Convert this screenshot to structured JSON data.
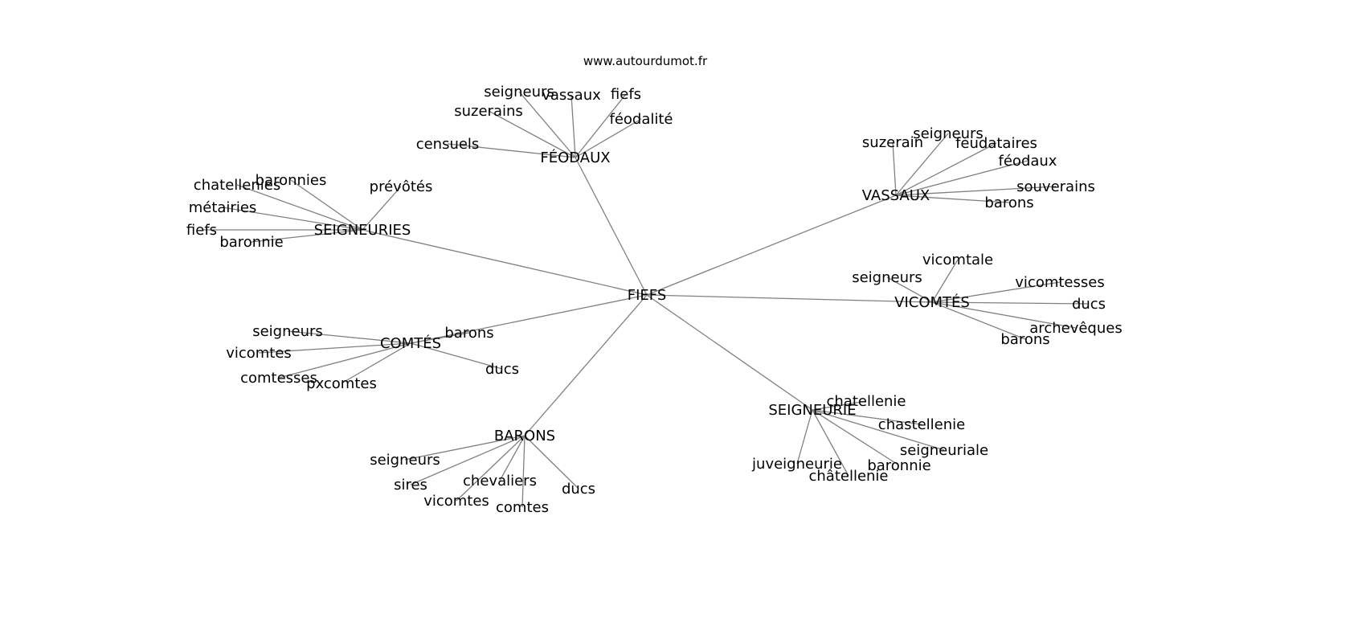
{
  "title": "www.autourdumot.fr",
  "graph": {
    "center": "FIEFS",
    "hubs": [
      {
        "label": "FÉODAUX",
        "leaves": [
          "seigneurs",
          "vassaux",
          "fiefs",
          "féodalité",
          "suzerains",
          "censuels"
        ]
      },
      {
        "label": "SEIGNEURIES",
        "leaves": [
          "chatellenies",
          "baronnies",
          "prévôtés",
          "métairies",
          "fiefs",
          "baronnie"
        ]
      },
      {
        "label": "VASSAUX",
        "leaves": [
          "suzerain",
          "seigneurs",
          "feudataires",
          "féodaux",
          "souverains",
          "barons"
        ]
      },
      {
        "label": "VICOMTÉS",
        "leaves": [
          "vicomtale",
          "seigneurs",
          "vicomtesses",
          "ducs",
          "archevêques",
          "barons"
        ]
      },
      {
        "label": "COMTÉS",
        "leaves": [
          "barons",
          "seigneurs",
          "vicomtes",
          "comtesses",
          "pxcomtes",
          "ducs"
        ]
      },
      {
        "label": "BARONS",
        "leaves": [
          "seigneurs",
          "sires",
          "chevaliers",
          "vicomtes",
          "comtes",
          "ducs"
        ]
      },
      {
        "label": "SEIGNEURIE",
        "leaves": [
          "chatellenie",
          "chastellenie",
          "seigneuriale",
          "baronnie",
          "châtellenie",
          "juveigneurie"
        ]
      }
    ]
  }
}
